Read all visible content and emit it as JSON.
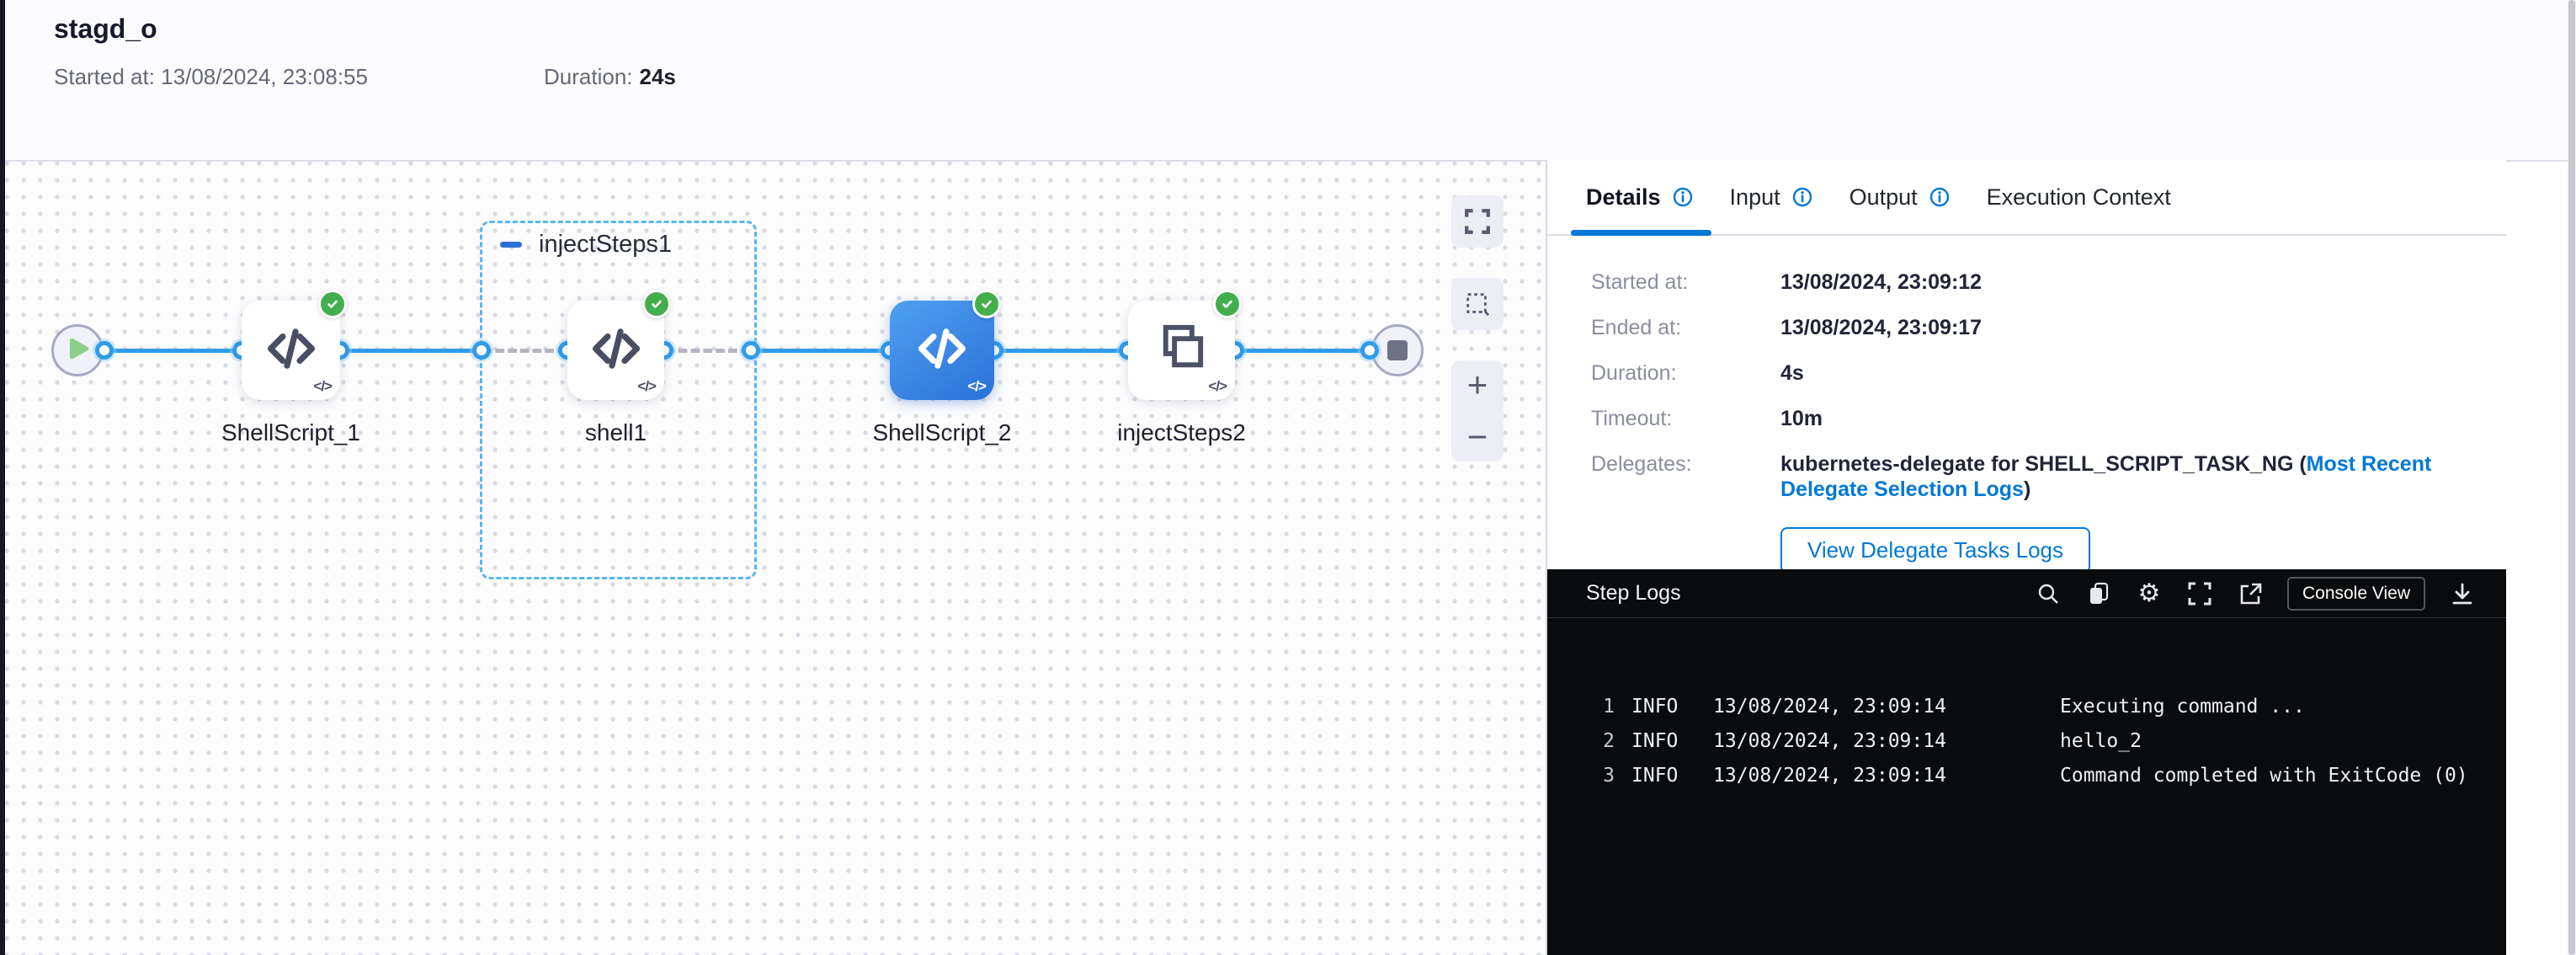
{
  "header": {
    "title": "stagd_o",
    "started_text": "Started at: 13/08/2024, 23:08:55",
    "duration_label": "Duration:",
    "duration_value": "24s"
  },
  "canvas": {
    "group": {
      "label": "injectSteps1"
    },
    "nodes": [
      {
        "label": "ShellScript_1",
        "icon": "code",
        "status": "success",
        "selected": false
      },
      {
        "label": "shell1",
        "icon": "code",
        "status": "success",
        "selected": false
      },
      {
        "label": "ShellScript_2",
        "icon": "code",
        "status": "success",
        "selected": true
      },
      {
        "label": "injectSteps2",
        "icon": "copy",
        "status": "success",
        "selected": false
      }
    ],
    "controls": [
      "fullscreen",
      "marquee-select",
      "zoom-in",
      "zoom-out"
    ]
  },
  "panel": {
    "tabs": [
      {
        "label": "Details",
        "info": true,
        "active": true
      },
      {
        "label": "Input",
        "info": true,
        "active": false
      },
      {
        "label": "Output",
        "info": true,
        "active": false
      },
      {
        "label": "Execution Context",
        "info": false,
        "active": false
      }
    ],
    "details": {
      "rows": [
        {
          "label": "Started at:",
          "value": "13/08/2024, 23:09:12"
        },
        {
          "label": "Ended at:",
          "value": "13/08/2024, 23:09:17"
        },
        {
          "label": "Duration:",
          "value": "4s"
        },
        {
          "label": "Timeout:",
          "value": "10m"
        }
      ],
      "delegates": {
        "label": "Delegates:",
        "value_prefix": "kubernetes-delegate for SHELL_SCRIPT_TASK_NG (",
        "link": "Most Recent Delegate Selection Logs",
        "value_suffix": ")"
      },
      "view_logs_button": "View Delegate Tasks Logs"
    }
  },
  "step_logs": {
    "title": "Step Logs",
    "console_view_label": "Console View",
    "icons": [
      "search",
      "copy",
      "settings",
      "fullscreen",
      "open-in-new",
      "download"
    ],
    "lines": [
      {
        "n": "1",
        "level": "INFO",
        "time": "13/08/2024, 23:09:14",
        "message": "Executing command ..."
      },
      {
        "n": "2",
        "level": "INFO",
        "time": "13/08/2024, 23:09:14",
        "message": "hello_2"
      },
      {
        "n": "3",
        "level": "INFO",
        "time": "13/08/2024, 23:09:14",
        "message": "Command completed with ExitCode (0)"
      }
    ]
  },
  "colors": {
    "accent": "#0278d5",
    "edge_blue": "#2f9ce8",
    "success_green": "#43ae4d",
    "selected_node_top": "#4fa0f1",
    "selected_node_bottom": "#2a71d8",
    "log_bg": "#0a0b0d"
  }
}
